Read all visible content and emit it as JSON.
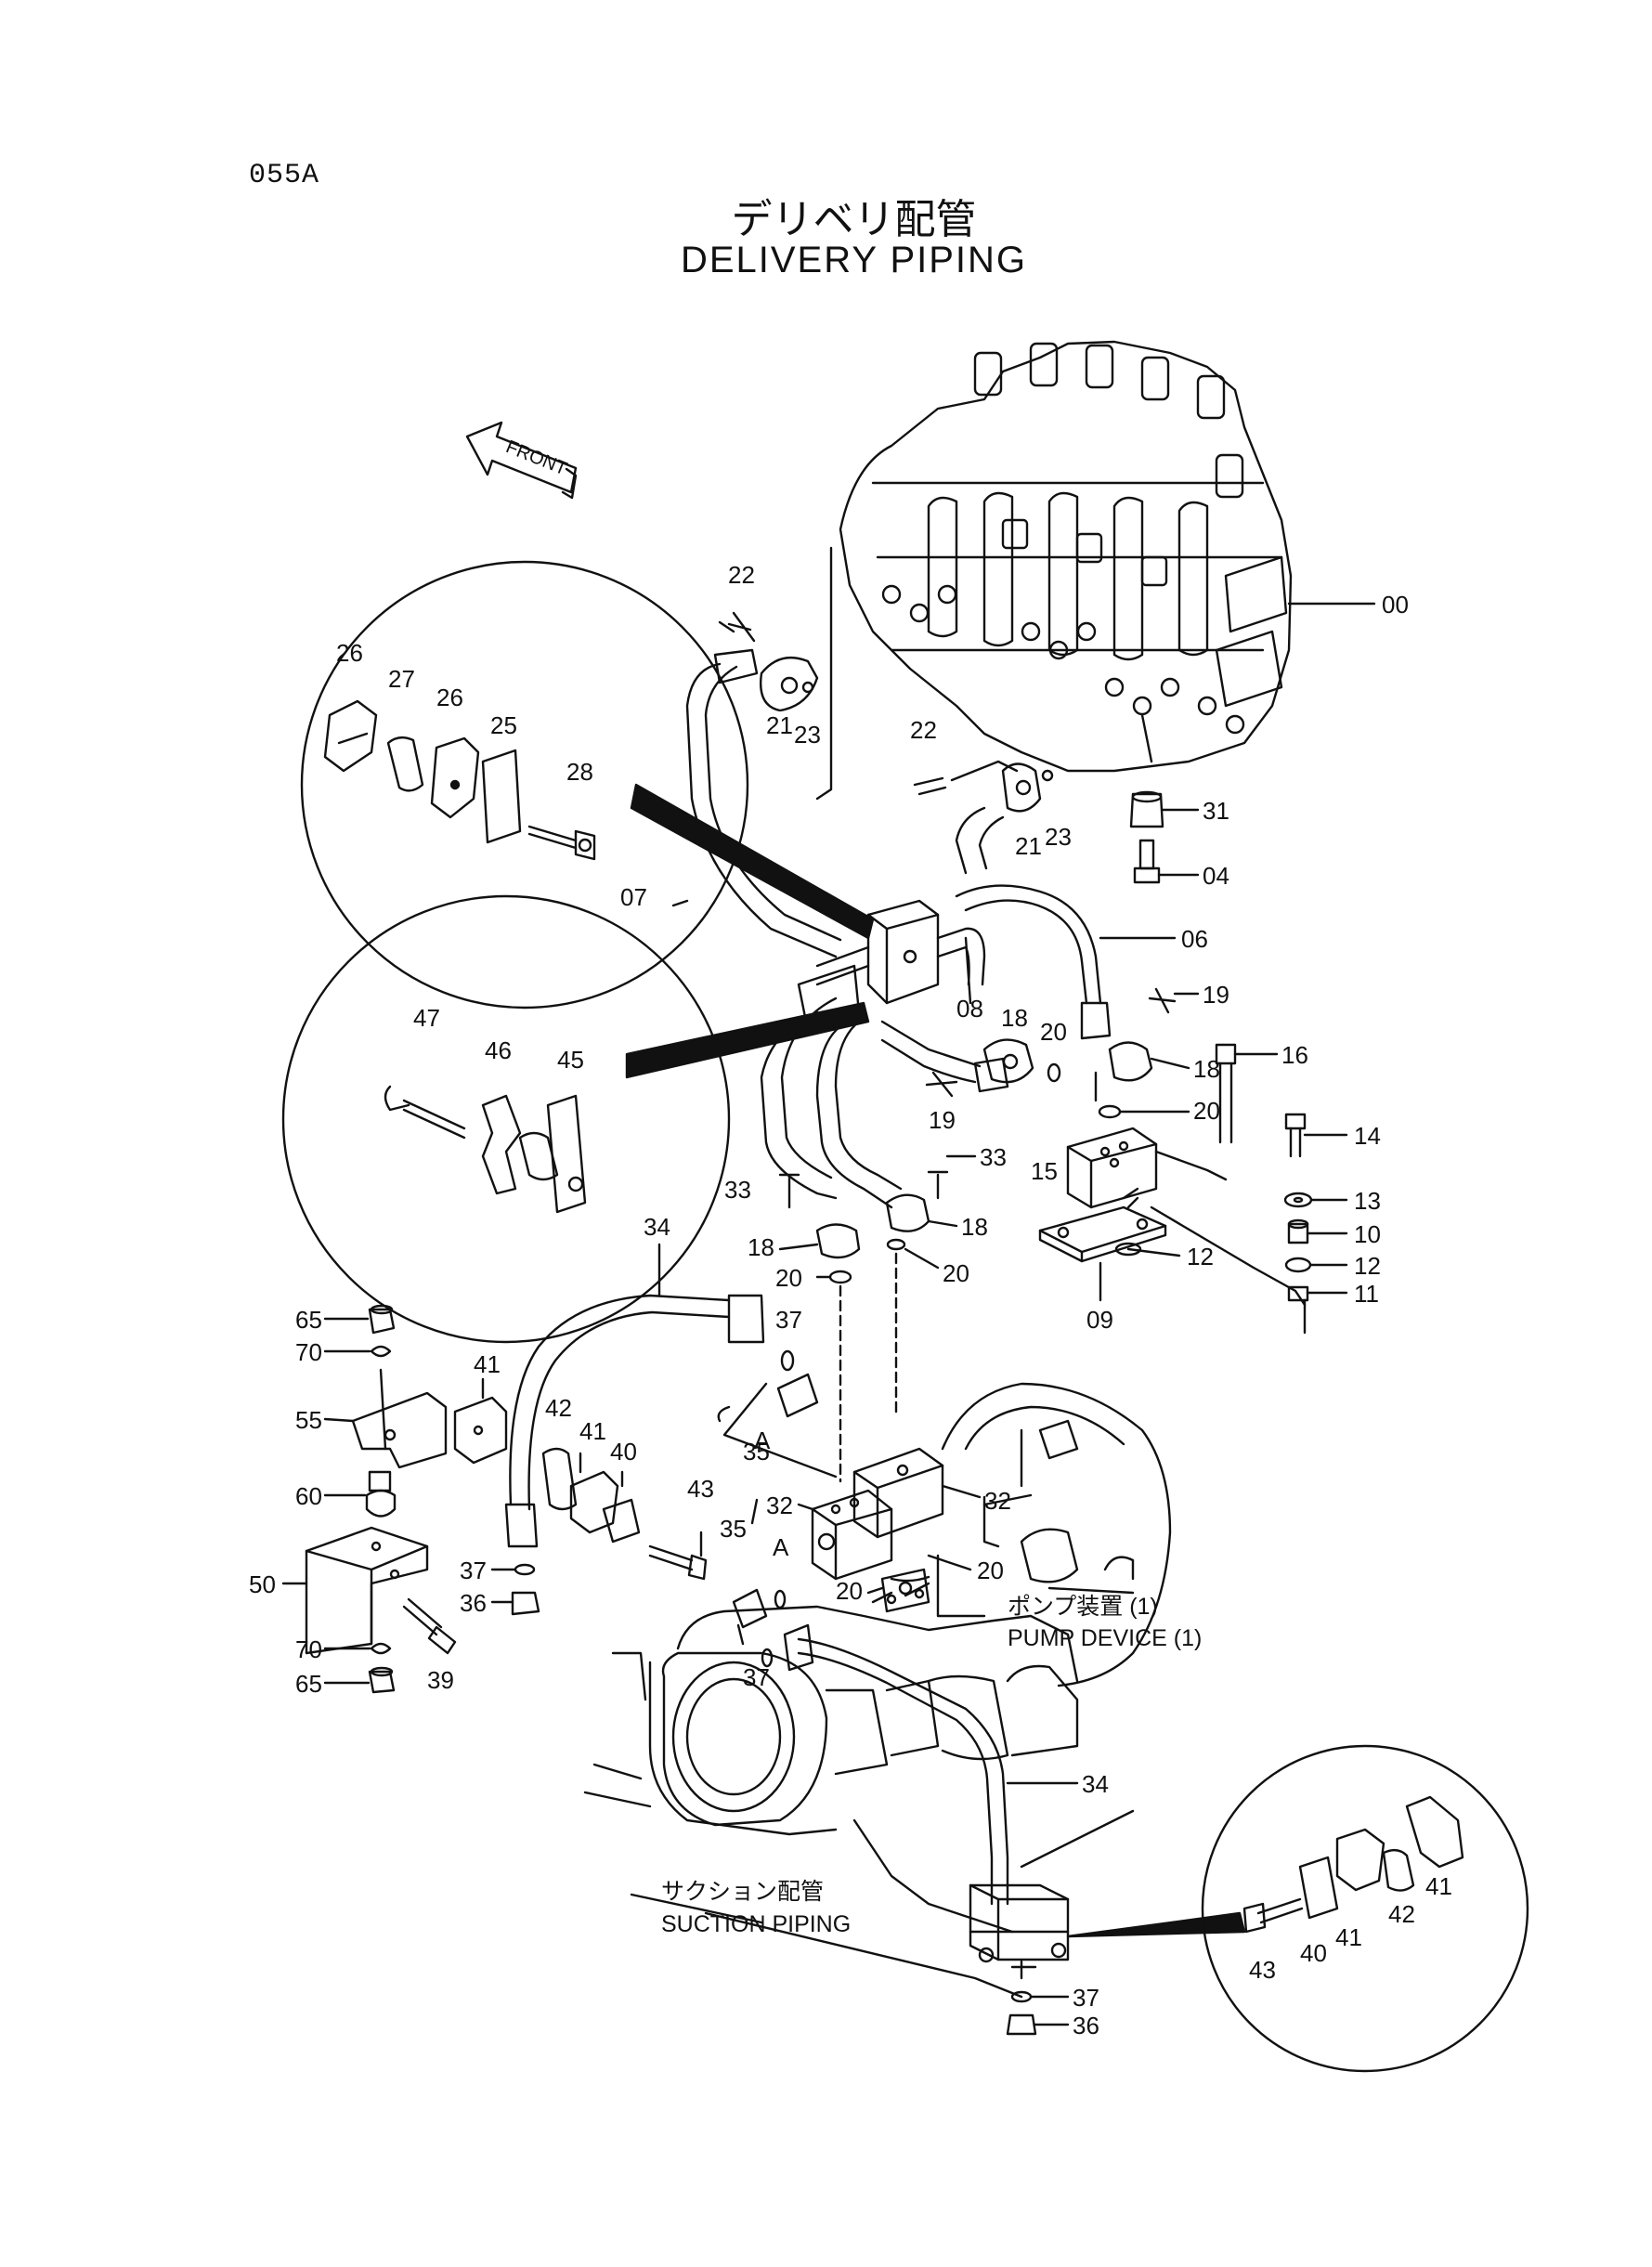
{
  "page_code": "055A",
  "title_jp": "デリベリ配管",
  "title_en": "DELIVERY PIPING",
  "front_label": "FRONT",
  "labels": {
    "pump_device_jp": "ポンプ装置 (1)",
    "pump_device_en": "PUMP DEVICE (1)",
    "suction_jp": "サクション配管",
    "suction_en": "SUCTION PIPING",
    "port_a1": "A",
    "port_a2": "A"
  },
  "callouts": {
    "c00": "00",
    "c04": "04",
    "c06": "06",
    "c07": "07",
    "c08": "08",
    "c09": "09",
    "c10": "10",
    "c11": "11",
    "c12a": "12",
    "c12b": "12",
    "c13": "13",
    "c14": "14",
    "c15": "15",
    "c16": "16",
    "c18a": "18",
    "c18b": "18",
    "c18c": "18",
    "c18d": "18",
    "c19a": "19",
    "c19b": "19",
    "c20a": "20",
    "c20b": "20",
    "c20c": "20",
    "c20d": "20",
    "c20e": "20",
    "c20f": "20",
    "c21a": "21",
    "c21b": "21",
    "c22a": "22",
    "c22b": "22",
    "c23a": "23",
    "c23b": "23",
    "c25": "25",
    "c26a": "26",
    "c26b": "26",
    "c27": "27",
    "c28": "28",
    "c31": "31",
    "c32a": "32",
    "c32b": "32",
    "c33a": "33",
    "c33b": "33",
    "c34a": "34",
    "c34b": "34",
    "c35a": "35",
    "c35b": "35",
    "c36a": "36",
    "c36b": "36",
    "c37a": "37",
    "c37b": "37",
    "c37c": "37",
    "c37d": "37",
    "c39": "39",
    "c40a": "40",
    "c40b": "40",
    "c41a": "41",
    "c41b": "41",
    "c41c": "41",
    "c42a": "42",
    "c42b": "42",
    "c43a": "43",
    "c43b": "43",
    "c45": "45",
    "c46": "46",
    "c47": "47",
    "c50": "50",
    "c55": "55",
    "c60": "60",
    "c65a": "65",
    "c65b": "65",
    "c70a": "70",
    "c70b": "70"
  }
}
